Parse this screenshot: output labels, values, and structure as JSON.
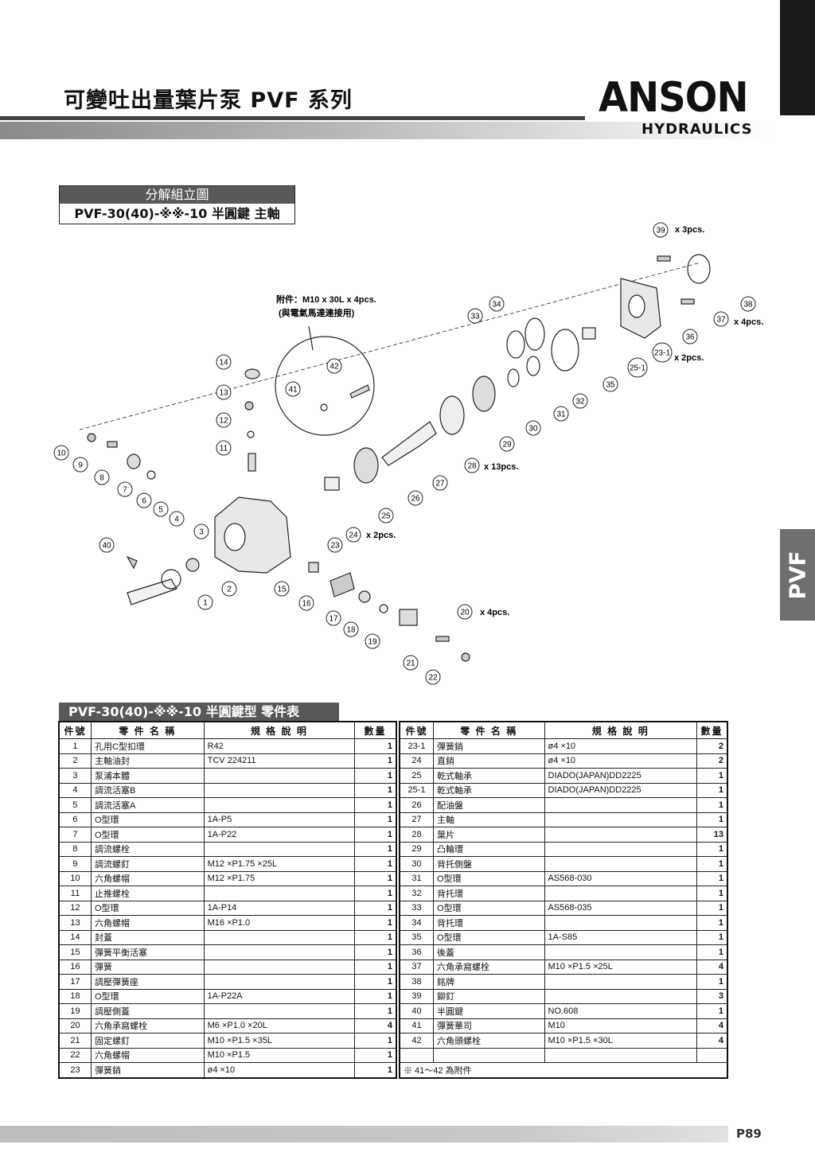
{
  "header": {
    "title": "可變吐出量葉片泵 PVF 系列",
    "brand": "ANSON",
    "brand_sub": "HYDRAULICS",
    "side_tab": "PVF"
  },
  "caption": {
    "line1": "分解組立圖",
    "line2": "PVF-30(40)-※※-10 半圓鍵 主軸"
  },
  "diagram": {
    "notes": {
      "accessory": "附件：M10 x 30L x 4pcs.",
      "accessory2": "(與電氣馬達連接用)",
      "q39": "x 3pcs.",
      "q37": "x 4pcs.",
      "q23_1": "x 2pcs.",
      "q28": "x 13pcs.",
      "q24": "x 2pcs.",
      "q20": "x 4pcs."
    },
    "labels": [
      "1",
      "2",
      "3",
      "4",
      "5",
      "6",
      "7",
      "8",
      "9",
      "10",
      "11",
      "12",
      "13",
      "14",
      "15",
      "16",
      "17",
      "18",
      "19",
      "20",
      "21",
      "22",
      "23",
      "23-1",
      "24",
      "25",
      "25-1",
      "26",
      "27",
      "28",
      "29",
      "30",
      "31",
      "32",
      "33",
      "34",
      "35",
      "36",
      "37",
      "38",
      "39",
      "40",
      "41",
      "42"
    ]
  },
  "table": {
    "title": "PVF-30(40)-※※-10  半圓鍵型  零件表",
    "headers": {
      "no": "件號",
      "name": "零 件 名 稱",
      "spec": "規 格 說 明",
      "qty": "數量"
    },
    "left": [
      [
        "1",
        "孔用C型扣環",
        "R42",
        "1"
      ],
      [
        "2",
        "主軸油封",
        "TCV 224211",
        "1"
      ],
      [
        "3",
        "泵浦本體",
        "",
        "1"
      ],
      [
        "4",
        "調流活塞B",
        "",
        "1"
      ],
      [
        "5",
        "調流活塞A",
        "",
        "1"
      ],
      [
        "6",
        "O型環",
        "1A-P5",
        "1"
      ],
      [
        "7",
        "O型環",
        "1A-P22",
        "1"
      ],
      [
        "8",
        "調流螺栓",
        "",
        "1"
      ],
      [
        "9",
        "調流螺釘",
        "M12 ×P1.75 ×25L",
        "1"
      ],
      [
        "10",
        "六角螺帽",
        "M12 ×P1.75",
        "1"
      ],
      [
        "11",
        "止推螺栓",
        "",
        "1"
      ],
      [
        "12",
        "O型環",
        "1A-P14",
        "1"
      ],
      [
        "13",
        "六角螺帽",
        "M16 ×P1.0",
        "1"
      ],
      [
        "14",
        "封蓋",
        "",
        "1"
      ],
      [
        "15",
        "彈簧平衡活塞",
        "",
        "1"
      ],
      [
        "16",
        "彈簧",
        "",
        "1"
      ],
      [
        "17",
        "調壓彈簧座",
        "",
        "1"
      ],
      [
        "18",
        "O型環",
        "1A-P22A",
        "1"
      ],
      [
        "19",
        "調壓側蓋",
        "",
        "1"
      ],
      [
        "20",
        "六角承窩螺栓",
        "M6 ×P1.0 ×20L",
        "4"
      ],
      [
        "21",
        "固定螺釘",
        "M10 ×P1.5 ×35L",
        "1"
      ],
      [
        "22",
        "六角螺帽",
        "M10 ×P1.5",
        "1"
      ],
      [
        "23",
        "彈簧銷",
        "ø4 ×10",
        "1"
      ]
    ],
    "right": [
      [
        "23-1",
        "彈簧銷",
        "ø4 ×10",
        "2"
      ],
      [
        "24",
        "直銷",
        "ø4 ×10",
        "2"
      ],
      [
        "25",
        "乾式軸承",
        "DIADO(JAPAN)DD2225",
        "1"
      ],
      [
        "25-1",
        "乾式軸承",
        "DIADO(JAPAN)DD2225",
        "1"
      ],
      [
        "26",
        "配油盤",
        "",
        "1"
      ],
      [
        "27",
        "主軸",
        "",
        "1"
      ],
      [
        "28",
        "葉片",
        "",
        "13"
      ],
      [
        "29",
        "凸輪環",
        "",
        "1"
      ],
      [
        "30",
        "背托側盤",
        "",
        "1"
      ],
      [
        "31",
        "O型環",
        "AS568-030",
        "1"
      ],
      [
        "32",
        "背托環",
        "",
        "1"
      ],
      [
        "33",
        "O型環",
        "AS568-035",
        "1"
      ],
      [
        "34",
        "背托環",
        "",
        "1"
      ],
      [
        "35",
        "O型環",
        "1A-S85",
        "1"
      ],
      [
        "36",
        "後蓋",
        "",
        "1"
      ],
      [
        "37",
        "六角承窩螺栓",
        "M10 ×P1.5 ×25L",
        "4"
      ],
      [
        "38",
        "銘牌",
        "",
        "1"
      ],
      [
        "39",
        "鉚釘",
        "",
        "3"
      ],
      [
        "40",
        "半圓鍵",
        "NO.608",
        "1"
      ],
      [
        "41",
        "彈簧華司",
        "M10",
        "4"
      ],
      [
        "42",
        "六角頭螺栓",
        "M10 ×P1.5 ×30L",
        "4"
      ],
      [
        "",
        "",
        "",
        ""
      ]
    ],
    "footnote": "※  41～42  為附件"
  },
  "footer": {
    "page": "P89"
  }
}
